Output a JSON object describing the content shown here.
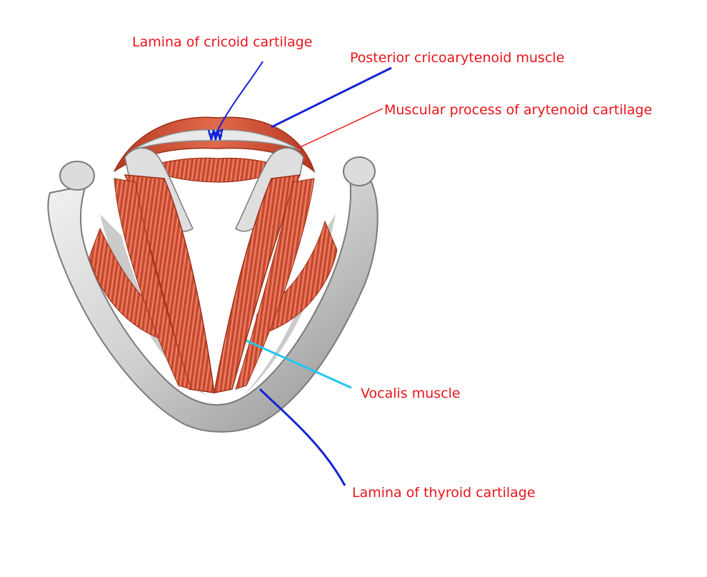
{
  "labels": {
    "lamina_cricoid": "Lamina of cricoid cartilage",
    "posterior_cricoarytenoid": "Posterior cricoarytenoid muscle",
    "muscular_process": "Muscular process of arytenoid cartilage",
    "vocalis": "Vocalis muscle",
    "lamina_thyroid": "Lamina of thyroid cartilage"
  },
  "colors": {
    "label_text": "#e8141b",
    "leader_blue": "#1423d6",
    "leader_red": "#e8141b",
    "leader_cyan": "#1ec8f0",
    "cartilage": "#cfcfcf",
    "cartilage_shade": "#8e8e8e",
    "muscle": "#d9573a",
    "muscle_dark": "#b8381f"
  }
}
